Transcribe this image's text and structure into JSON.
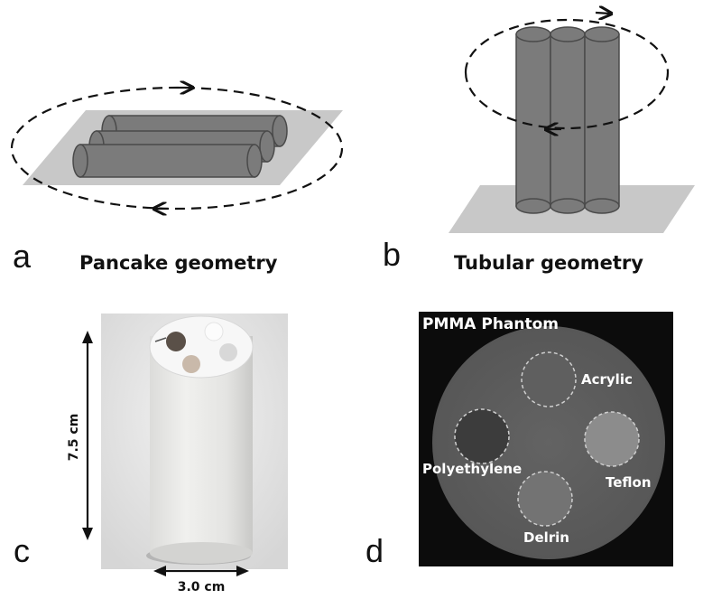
{
  "panels": {
    "a": {
      "letter": "a",
      "caption": "Pancake geometry"
    },
    "b": {
      "letter": "b",
      "caption": "Tubular geometry"
    },
    "c": {
      "letter": "c",
      "height_label": "7.5 cm",
      "width_label": "3.0 cm"
    },
    "d": {
      "letter": "d",
      "title": "PMMA Phantom",
      "inserts": {
        "acrylic": "Acrylic",
        "polyethylene": "Polyethylene",
        "teflon": "Teflon",
        "delrin": "Delrin"
      }
    }
  },
  "colors": {
    "cylinder": "#7b7b7b",
    "cylinder_stroke": "#4a4a4a",
    "plane": "#c8c8c8",
    "phantom_bg": "#0c0c0c",
    "phantom_disk": "#5c5c5c"
  }
}
